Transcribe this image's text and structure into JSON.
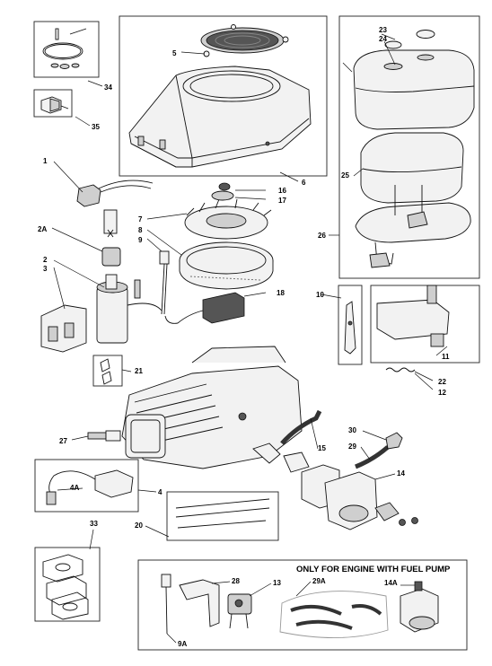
{
  "diagram": {
    "fuel_pump_note": "ONLY FOR ENGINE WITH FUEL PUMP",
    "callouts": [
      "1",
      "2",
      "2A",
      "3",
      "4",
      "4A",
      "5",
      "6",
      "7",
      "8",
      "9",
      "9A",
      "10",
      "11",
      "12",
      "13",
      "14",
      "14A",
      "15",
      "16",
      "17",
      "18",
      "20",
      "21",
      "22",
      "23",
      "24",
      "25",
      "26",
      "27",
      "28",
      "29",
      "29A",
      "30",
      "33",
      "34",
      "35"
    ]
  }
}
